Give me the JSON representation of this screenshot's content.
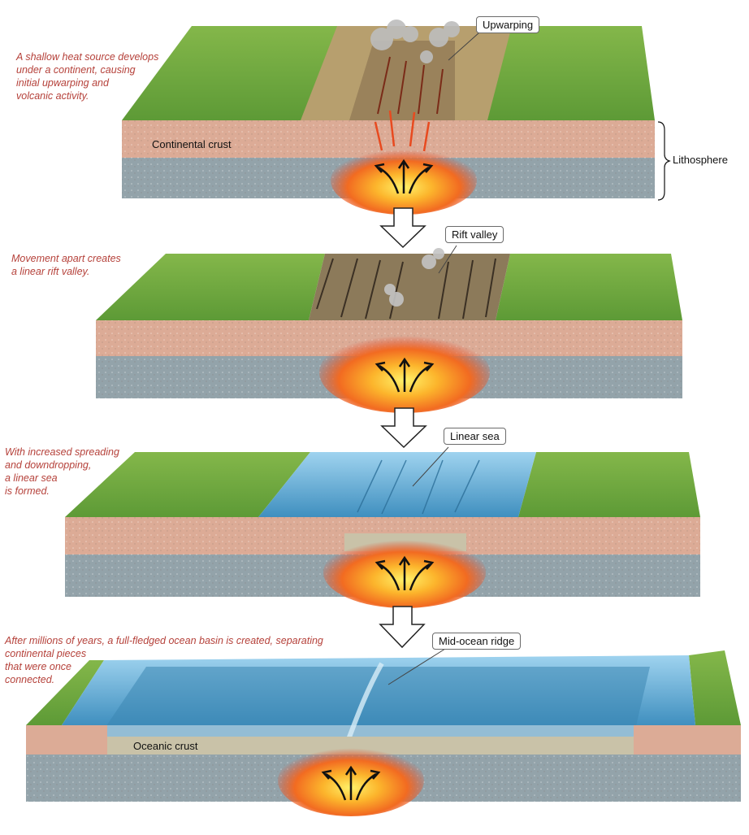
{
  "stages": [
    {
      "caption": "A shallow heat source develops\nunder a continent, causing\ninitial upwarping and\nvolcanic activity.",
      "callout": "Upwarping",
      "layer_label": "Continental crust",
      "bracket_label": "Lithosphere"
    },
    {
      "caption": "Movement apart creates\na linear rift valley.",
      "callout": "Rift valley"
    },
    {
      "caption": "With increased spreading\nand downdropping,\na linear sea\nis formed.",
      "callout": "Linear sea"
    },
    {
      "caption": "After millions of years, a full-fledged ocean basin is created, separating\ncontinental pieces\nthat were once\nconnected.",
      "callout": "Mid-ocean ridge",
      "layer_label": "Oceanic crust"
    }
  ],
  "colors": {
    "caption": "#b5413a",
    "land_green": "#6fa63f",
    "crust": "#dcab96",
    "mantle": "#93a3aa",
    "magma": "#f26b21",
    "water": "#5aaed8"
  },
  "icons": [
    "down-arrow-icon",
    "upwelling-arrows-icon",
    "smoke-plume-icon"
  ]
}
